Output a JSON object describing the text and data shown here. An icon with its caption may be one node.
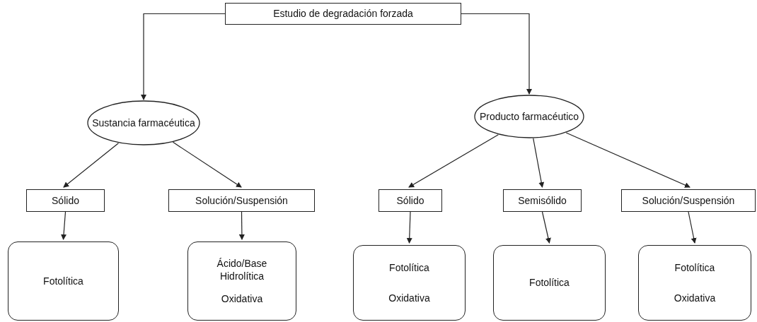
{
  "diagram": {
    "nodes": [
      {
        "text": [
          "Estudio de degradación forzada"
        ]
      },
      {
        "text": [
          "Sustancia farmacéutica"
        ]
      },
      {
        "text": [
          "Producto farmacéutico"
        ]
      },
      {
        "text": [
          "Sólido"
        ]
      },
      {
        "text": [
          "Solución/Suspensión"
        ]
      },
      {
        "text": [
          "Sólido"
        ]
      },
      {
        "text": [
          "Semisólido"
        ]
      },
      {
        "text": [
          "Solución/Suspensión"
        ]
      },
      {
        "text": [
          "Fotolítica"
        ]
      },
      {
        "text": [
          "Ácido/Base",
          "Hidrolítica",
          "Oxidativa"
        ]
      },
      {
        "text": [
          "Fotolítica",
          "Oxidativa"
        ]
      },
      {
        "text": [
          "Fotolítica"
        ]
      },
      {
        "text": [
          "Fotolítica",
          "Oxidativa"
        ]
      }
    ],
    "edges": [
      {
        "from": 0,
        "to": 1,
        "arrow": "to"
      },
      {
        "from": 0,
        "to": 2,
        "arrow": "to"
      },
      {
        "from": 1,
        "to": 3,
        "arrow": "to"
      },
      {
        "from": 1,
        "to": 4,
        "arrow": "to"
      },
      {
        "from": 2,
        "to": 5,
        "arrow": "to"
      },
      {
        "from": 2,
        "to": 6,
        "arrow": "to"
      },
      {
        "from": 2,
        "to": 7,
        "arrow": "to"
      },
      {
        "from": 3,
        "to": 8,
        "arrow": "to"
      },
      {
        "from": 4,
        "to": 9,
        "arrow": "to"
      },
      {
        "from": 5,
        "to": 10,
        "arrow": "to"
      },
      {
        "from": 6,
        "to": 11,
        "arrow": "to"
      },
      {
        "from": 7,
        "to": 12,
        "arrow": "to"
      }
    ]
  }
}
